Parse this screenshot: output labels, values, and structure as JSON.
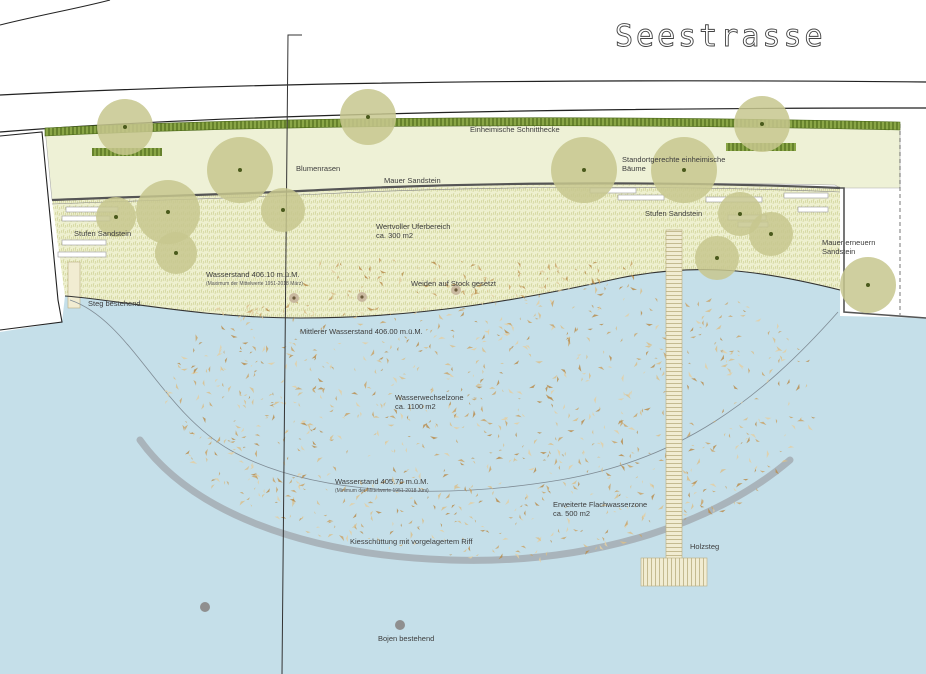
{
  "street_name": "Seestrasse",
  "labels": {
    "hedge": "Einheimische Schnitthecke",
    "flower_lawn": "Blumenrasen",
    "wall": "Mauer Sandstein",
    "native_trees_1": "Standortgerechte einheimische",
    "native_trees_2": "Bäume",
    "steps_left": "Stufen Sandstein",
    "steps_right": "Stufen Sandstein",
    "shore_1": "Wertvoller Uferbereich",
    "shore_2": "ca. 300 m2",
    "wall_renew_1": "Mauer erneuern",
    "wall_renew_2": "Sandstein",
    "water_high": "Wasserstand 406.10 m.ü.M.",
    "water_high_note": "(Maximum der Mittelwerte 1951-2018 März)",
    "willows": "Weiden auf Stock gesetzt",
    "jetty_existing": "Steg bestehend",
    "water_mid": "Mittlerer Wasserstand 406.00 m.ü.M.",
    "change_zone_1": "Wasserwechselzone",
    "change_zone_2": "ca. 1100 m2",
    "water_low": "Wasserstand 405.70 m.ü.M.",
    "water_low_note": "(Minimum der Mittelwerte 1951-2018 Juni)",
    "shallow_1": "Erweiterte Flachwasserzone",
    "shallow_2": "ca. 500 m2",
    "gravel": "Kiesschüttung mit vorgelagertem Riff",
    "boardwalk": "Holzsteg",
    "buoys": "Bojen bestehend"
  },
  "colors": {
    "water": "#c5dfe9",
    "lawn": "#eef1d6",
    "tree": "#c7c78e",
    "tree_center": "#4a5a1c",
    "hedge": "#7c9a3c",
    "gravel": "#c9a46a",
    "line": "#222222"
  }
}
